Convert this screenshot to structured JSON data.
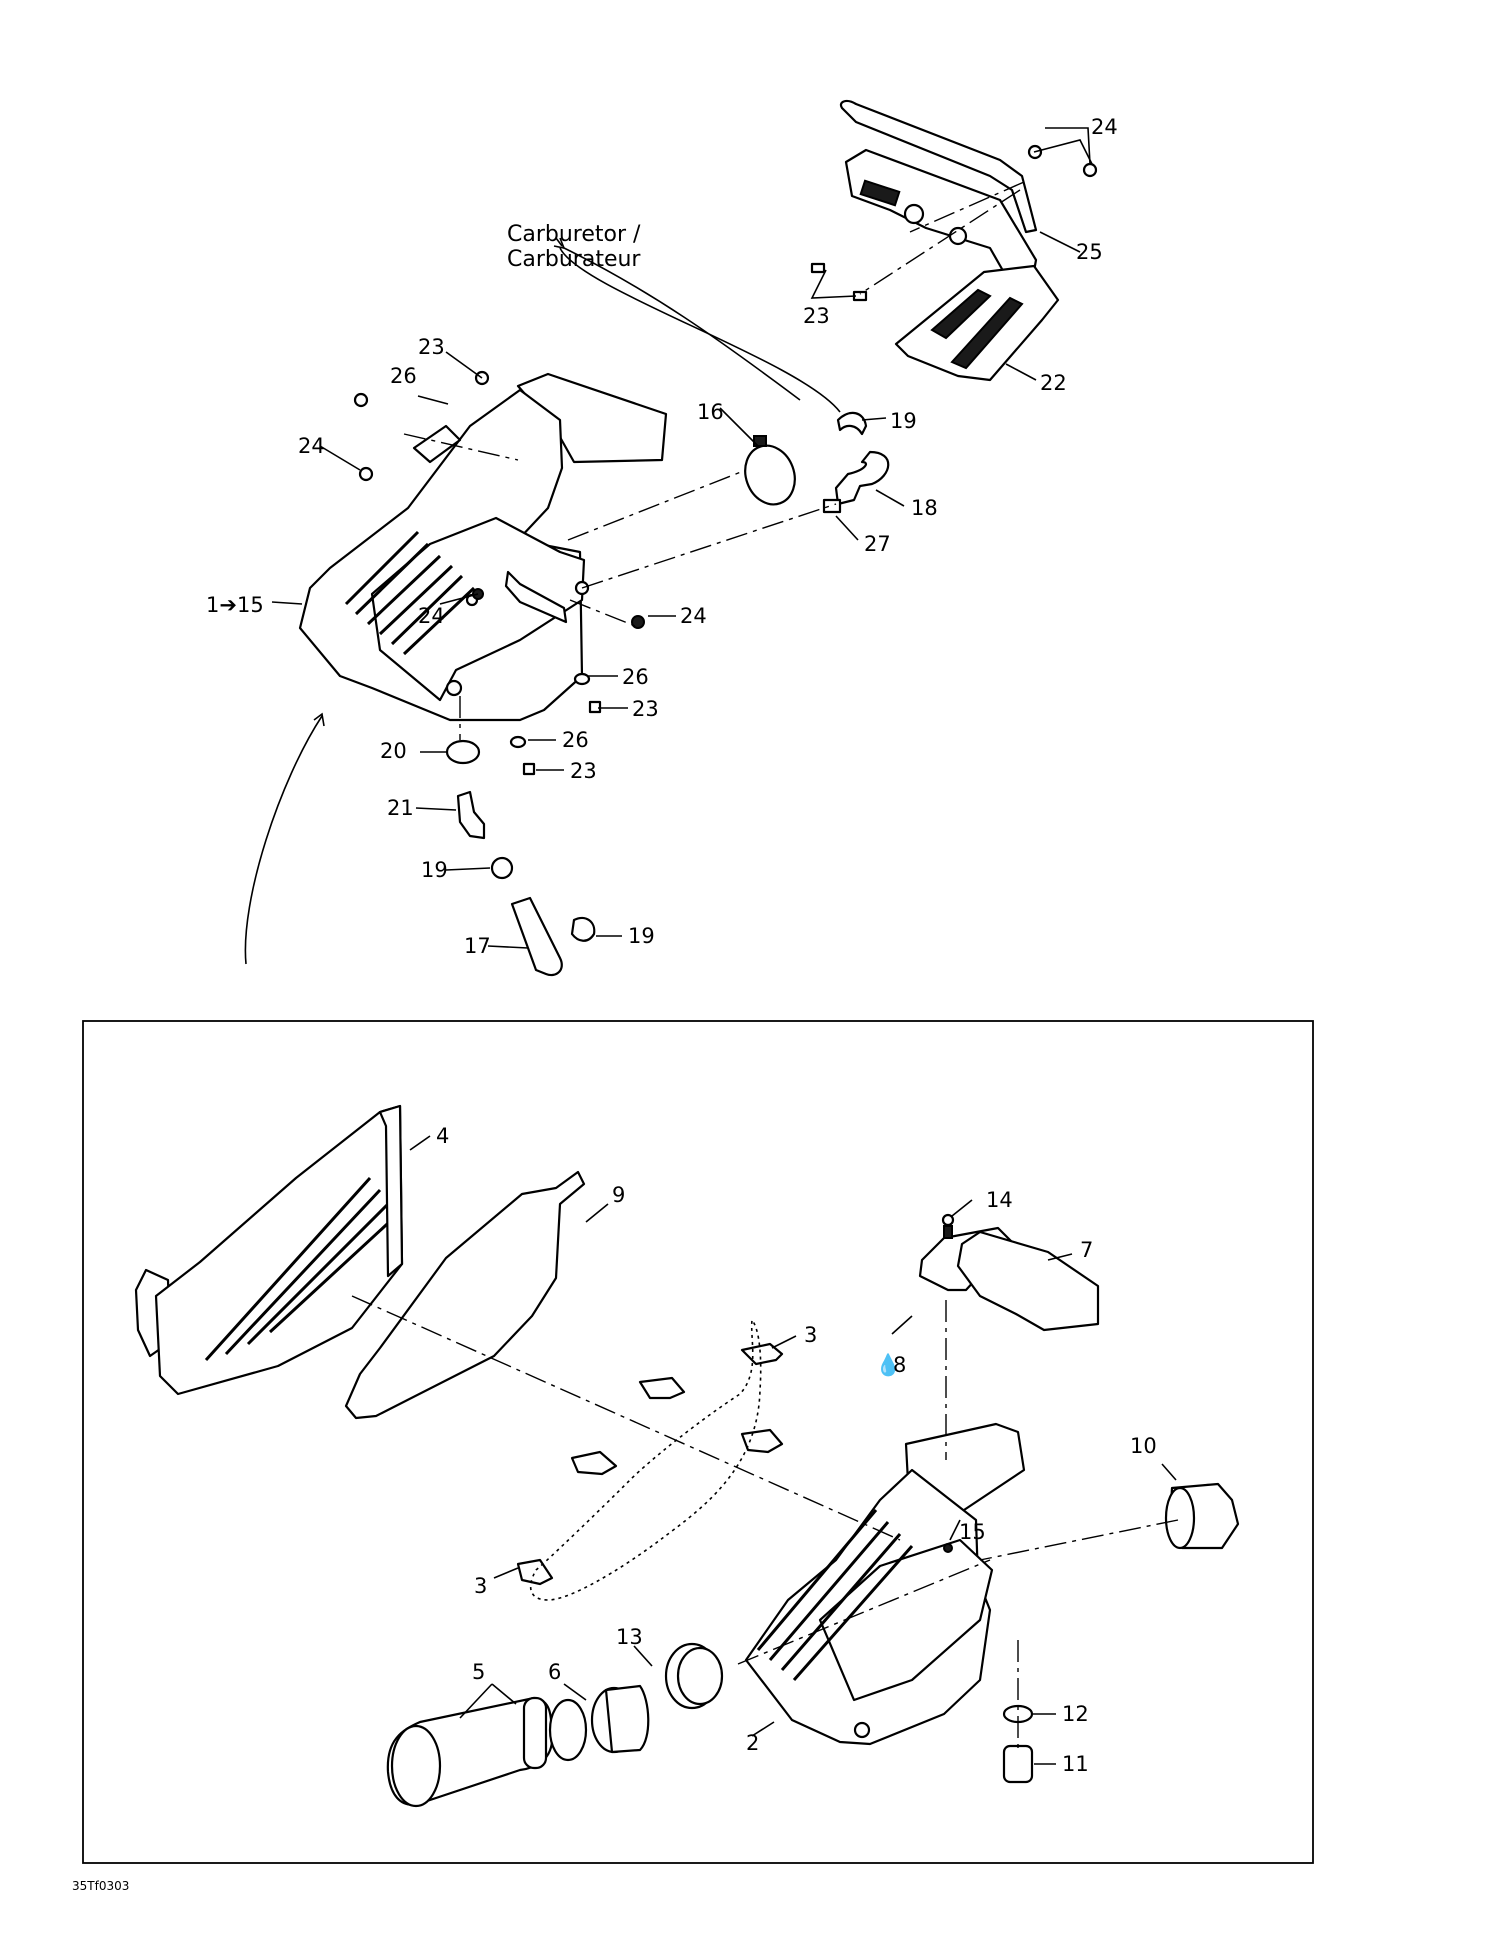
{
  "diagram": {
    "carburetor_label": [
      "Carburetor /",
      "Carburateur"
    ],
    "figure_code": "35Tf0303",
    "callouts": {
      "c_24a": "24",
      "c_25": "25",
      "c_23a": "23",
      "c_22": "22",
      "c_23b": "23",
      "c_26a": "26",
      "c_24b": "24",
      "c_16": "16",
      "c_19a": "19",
      "c_18": "18",
      "c_27": "27",
      "c_1_15": "1➔15",
      "c_24c": "24",
      "c_24d": "24",
      "c_26b": "26",
      "c_23c": "23",
      "c_20": "20",
      "c_26c": "26",
      "c_23d": "23",
      "c_21": "21",
      "c_19b": "19",
      "c_17": "17",
      "c_19c": "19",
      "c_4": "4",
      "c_9": "9",
      "c_14": "14",
      "c_7": "7",
      "c_3a": "3",
      "c_8": "8",
      "c_10": "10",
      "c_15": "15",
      "c_3b": "3",
      "c_13": "13",
      "c_5": "5",
      "c_6": "6",
      "c_12": "12",
      "c_2": "2",
      "c_11": "11"
    }
  }
}
